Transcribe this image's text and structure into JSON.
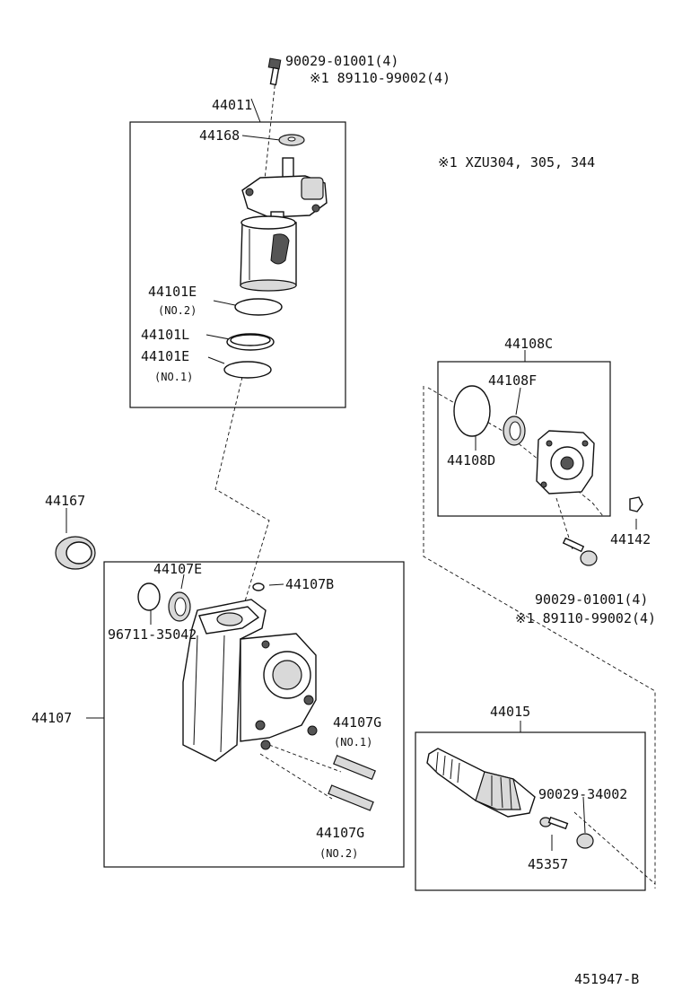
{
  "labels": {
    "bolt_top_1": "90029-01001(4)",
    "bolt_top_2": "※1 89110-99002(4)",
    "valve_assy": "44011",
    "seal_44168": "44168",
    "note": "※1 XZU304, 305, 344",
    "oring_e2": "44101E",
    "oring_e2_sub": "(NO.2)",
    "ring_l": "44101L",
    "oring_e1": "44101E",
    "oring_e1_sub": "(NO.1)",
    "cover_assy": "44108C",
    "oring_f": "44108F",
    "oring_d": "44108D",
    "nut_44142": "44142",
    "bolt_right_1": "90029-01001(4)",
    "bolt_right_2": "※1 89110-99002(4)",
    "seal_44167": "44167",
    "seal_e": "44107E",
    "oring_b": "44107B",
    "oring_96711": "96711-35042",
    "housing": "44107",
    "stud_g1": "44107G",
    "stud_g1_sub": "(NO.1)",
    "stud_g2": "44107G",
    "stud_g2_sub": "(NO.2)",
    "shaft_assy": "44015",
    "plug_34002": "90029-34002",
    "screw_45357": "45357",
    "diagram_id": "451947-B"
  }
}
